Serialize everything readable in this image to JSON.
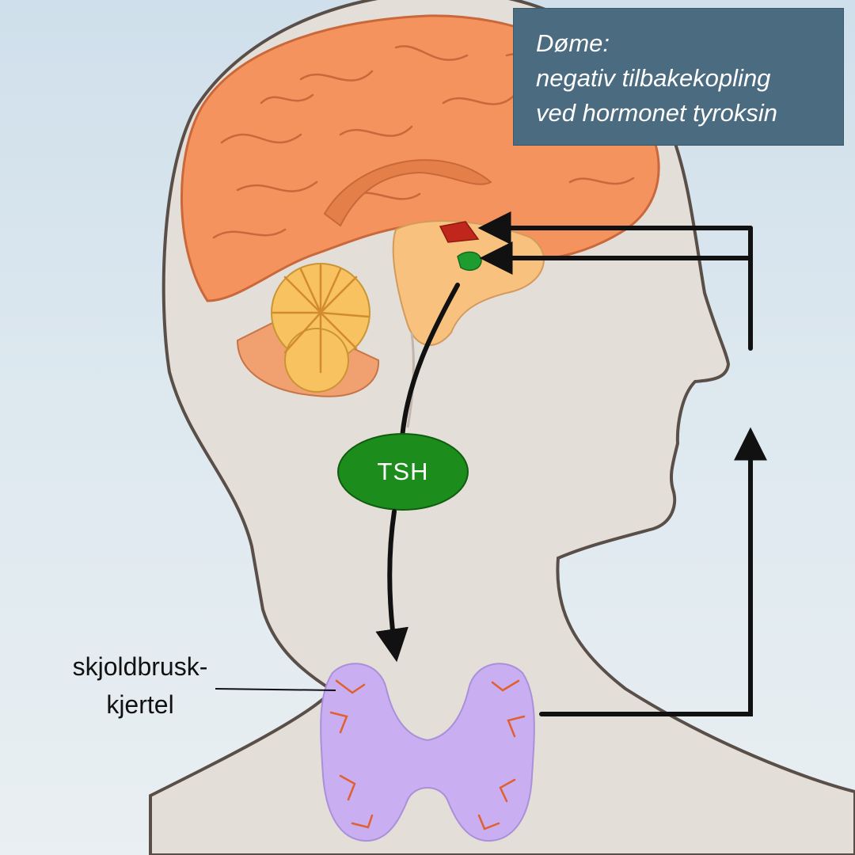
{
  "title": {
    "lines": [
      "Døme:",
      "negativ tilbakekopling",
      "ved hormonet tyroksin"
    ]
  },
  "labels": {
    "hormone": "TSH",
    "gland_line1": "skjoldbrusk-",
    "gland_line2": "kjertel"
  },
  "colors": {
    "background_top": "#cfdfeb",
    "skin": "#e4ded8",
    "outline": "#5a4f48",
    "cerebrum": "#f4935e",
    "cerebellum": "#f7c25f",
    "brainstem": "#f8c27e",
    "hypothalamus": "#c0261c",
    "pituitary": "#1f9c2f",
    "hormone_ellipse": "#1c8c1c",
    "thyroid": "#c9aef2",
    "thyroid_vessels": "#e0612e",
    "title_box": "#4a6b80",
    "arrows": "#111111"
  },
  "icons": [
    "head-silhouette",
    "brain-icon",
    "thyroid-gland-icon",
    "arrow"
  ]
}
